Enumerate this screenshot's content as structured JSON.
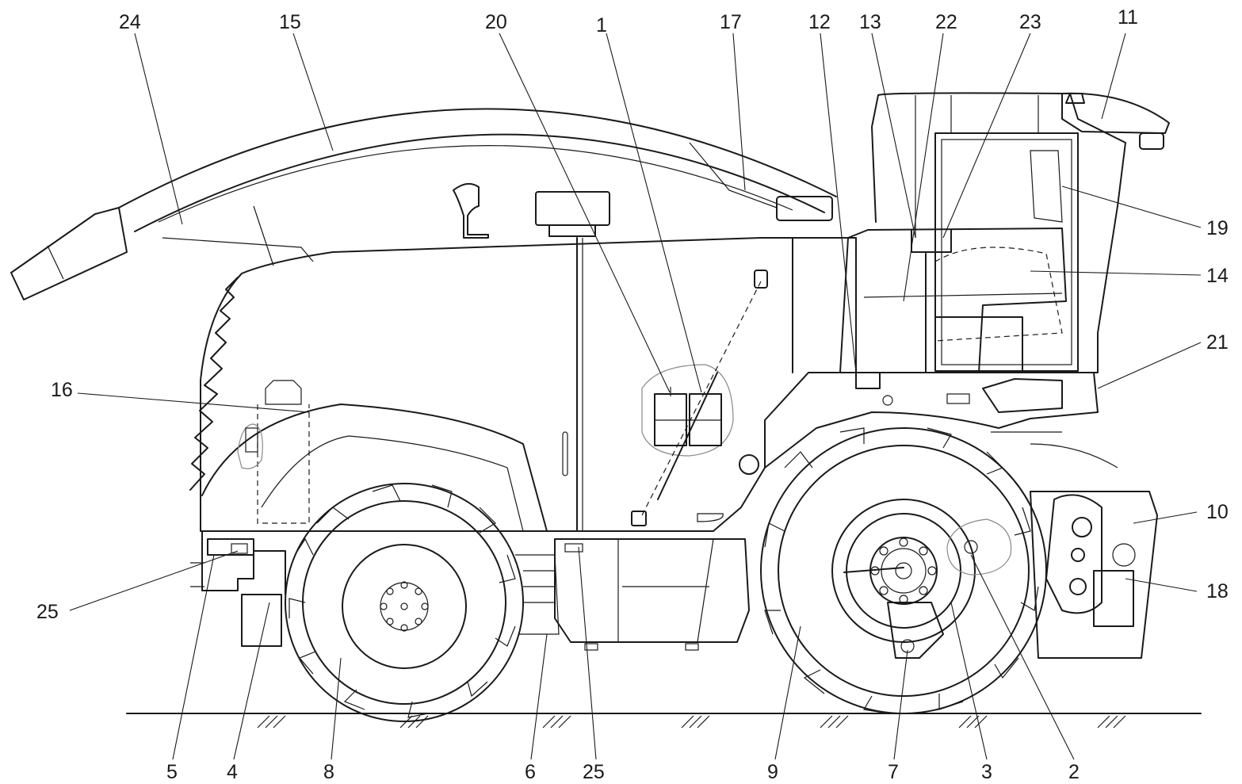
{
  "callouts": [
    {
      "id": "c24a",
      "label": "24"
    },
    {
      "id": "c15",
      "label": "15"
    },
    {
      "id": "c20",
      "label": "20"
    },
    {
      "id": "c1",
      "label": "1"
    },
    {
      "id": "c17",
      "label": "17"
    },
    {
      "id": "c12",
      "label": "12"
    },
    {
      "id": "c13",
      "label": "13"
    },
    {
      "id": "c22",
      "label": "22"
    },
    {
      "id": "c23",
      "label": "23"
    },
    {
      "id": "c11",
      "label": "11"
    },
    {
      "id": "c19",
      "label": "19"
    },
    {
      "id": "c14",
      "label": "14"
    },
    {
      "id": "c21",
      "label": "21"
    },
    {
      "id": "c16",
      "label": "16"
    },
    {
      "id": "c10",
      "label": "10"
    },
    {
      "id": "c18",
      "label": "18"
    },
    {
      "id": "c25a",
      "label": "25"
    },
    {
      "id": "c5",
      "label": "5"
    },
    {
      "id": "c4",
      "label": "4"
    },
    {
      "id": "c8",
      "label": "8"
    },
    {
      "id": "c6",
      "label": "6"
    },
    {
      "id": "c25b",
      "label": "25"
    },
    {
      "id": "c9",
      "label": "9"
    },
    {
      "id": "c7",
      "label": "7"
    },
    {
      "id": "c3",
      "label": "3"
    },
    {
      "id": "c2",
      "label": "2"
    }
  ]
}
